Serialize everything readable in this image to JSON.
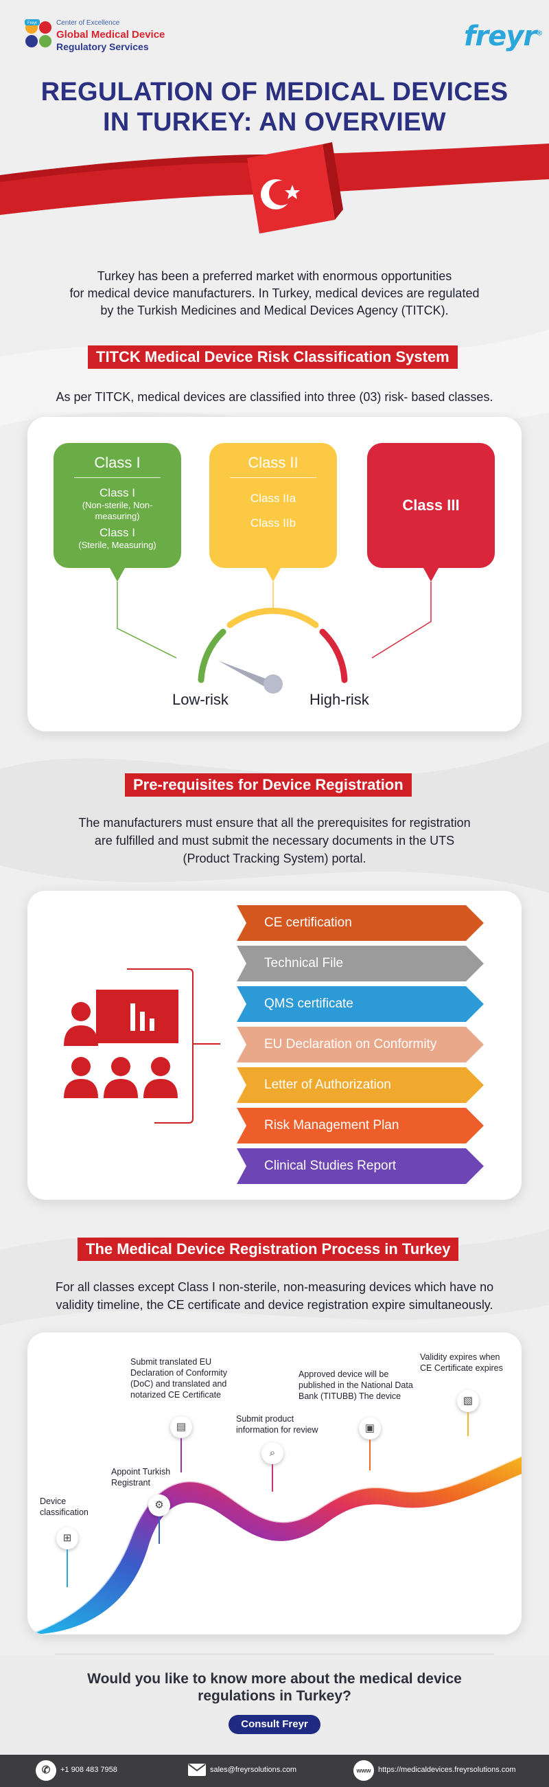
{
  "header": {
    "badge_text": "Freyr",
    "coe": "Center of Excellence",
    "gmd": "Global Medical Device",
    "rs": "Regulatory Services",
    "brand": "freyr",
    "brand_mark": "®"
  },
  "title": {
    "line1": "REGULATION OF MEDICAL DEVICES",
    "line2": "IN TURKEY: AN OVERVIEW"
  },
  "intro": {
    "line1": "Turkey has been a preferred market with enormous opportunities",
    "line2": "for medical device manufacturers. In Turkey, medical devices are regulated",
    "line3": "by the Turkish Medicines and Medical Devices Agency (TITCK)."
  },
  "classification": {
    "heading": "TITCK Medical Device Risk Classification System",
    "subtitle": "As per TITCK, medical devices are classified into three (03) risk- based classes.",
    "class1": {
      "title": "Class I",
      "a_title": "Class I",
      "a_note": "(Non-sterile, Non-measuring)",
      "b_title": "Class I",
      "b_note": "(Sterile, Measuring)",
      "color": "#6aac45"
    },
    "class2": {
      "title": "Class II",
      "a": "Class IIa",
      "b": "Class IIb",
      "color": "#fcc944"
    },
    "class3": {
      "title": "Class III",
      "color": "#d9263a"
    },
    "low_label": "Low-risk",
    "high_label": "High-risk"
  },
  "prereq": {
    "heading": "Pre-requisites for Device Registration",
    "line1": "The manufacturers must ensure that all the prerequisites for registration",
    "line2": "are fulfilled and must submit the necessary documents in the UTS",
    "line3": "(Product Tracking System) portal.",
    "items": [
      {
        "label": "CE certification",
        "color": "#d4571f"
      },
      {
        "label": "Technical File",
        "color": "#9b9b9b"
      },
      {
        "label": "QMS certificate",
        "color": "#2b9ad6"
      },
      {
        "label": "EU Declaration on Conformity",
        "color": "#eaa88a"
      },
      {
        "label": "Letter of Authorization",
        "color": "#f0a92c"
      },
      {
        "label": "Risk Management Plan",
        "color": "#ee5e2a"
      },
      {
        "label": "Clinical Studies Report",
        "color": "#6d45b5"
      }
    ]
  },
  "process": {
    "heading": "The Medical Device Registration Process in Turkey",
    "line1": "For all classes except Class I non-sterile, non-measuring devices which have no",
    "line2": "validity timeline, the CE certificate and device registration expire simultaneously.",
    "steps": [
      {
        "l1": "Device",
        "l2": "classification"
      },
      {
        "l1": "Appoint Turkish",
        "l2": "Registrant"
      },
      {
        "l1": "Submit translated EU",
        "l2": "Declaration of Conformity",
        "l3": "(DoC) and translated and",
        "l4": "notarized CE Certificate"
      },
      {
        "l1": "Submit product",
        "l2": "information for review"
      },
      {
        "l1": "Approved device will be",
        "l2": "published in the National Data",
        "l3": "Bank (TITUBB) The device"
      },
      {
        "l1": "Validity expires when",
        "l2": "CE Certificate expires"
      }
    ]
  },
  "cta": {
    "line1": "Would you like to know more about the medical device",
    "line2": "regulations in Turkey?",
    "button": "Consult Freyr"
  },
  "footer": {
    "phone": "+1 908 483 7958",
    "email": "sales@freyrsolutions.com",
    "web": "https://medicaldevices.freyrsolutions.com",
    "web_icon": "www"
  },
  "icons": [
    "phone-icon",
    "mail-icon",
    "globe-icon",
    "flag-crescent-icon",
    "presentation-icon",
    "gauge-icon"
  ]
}
